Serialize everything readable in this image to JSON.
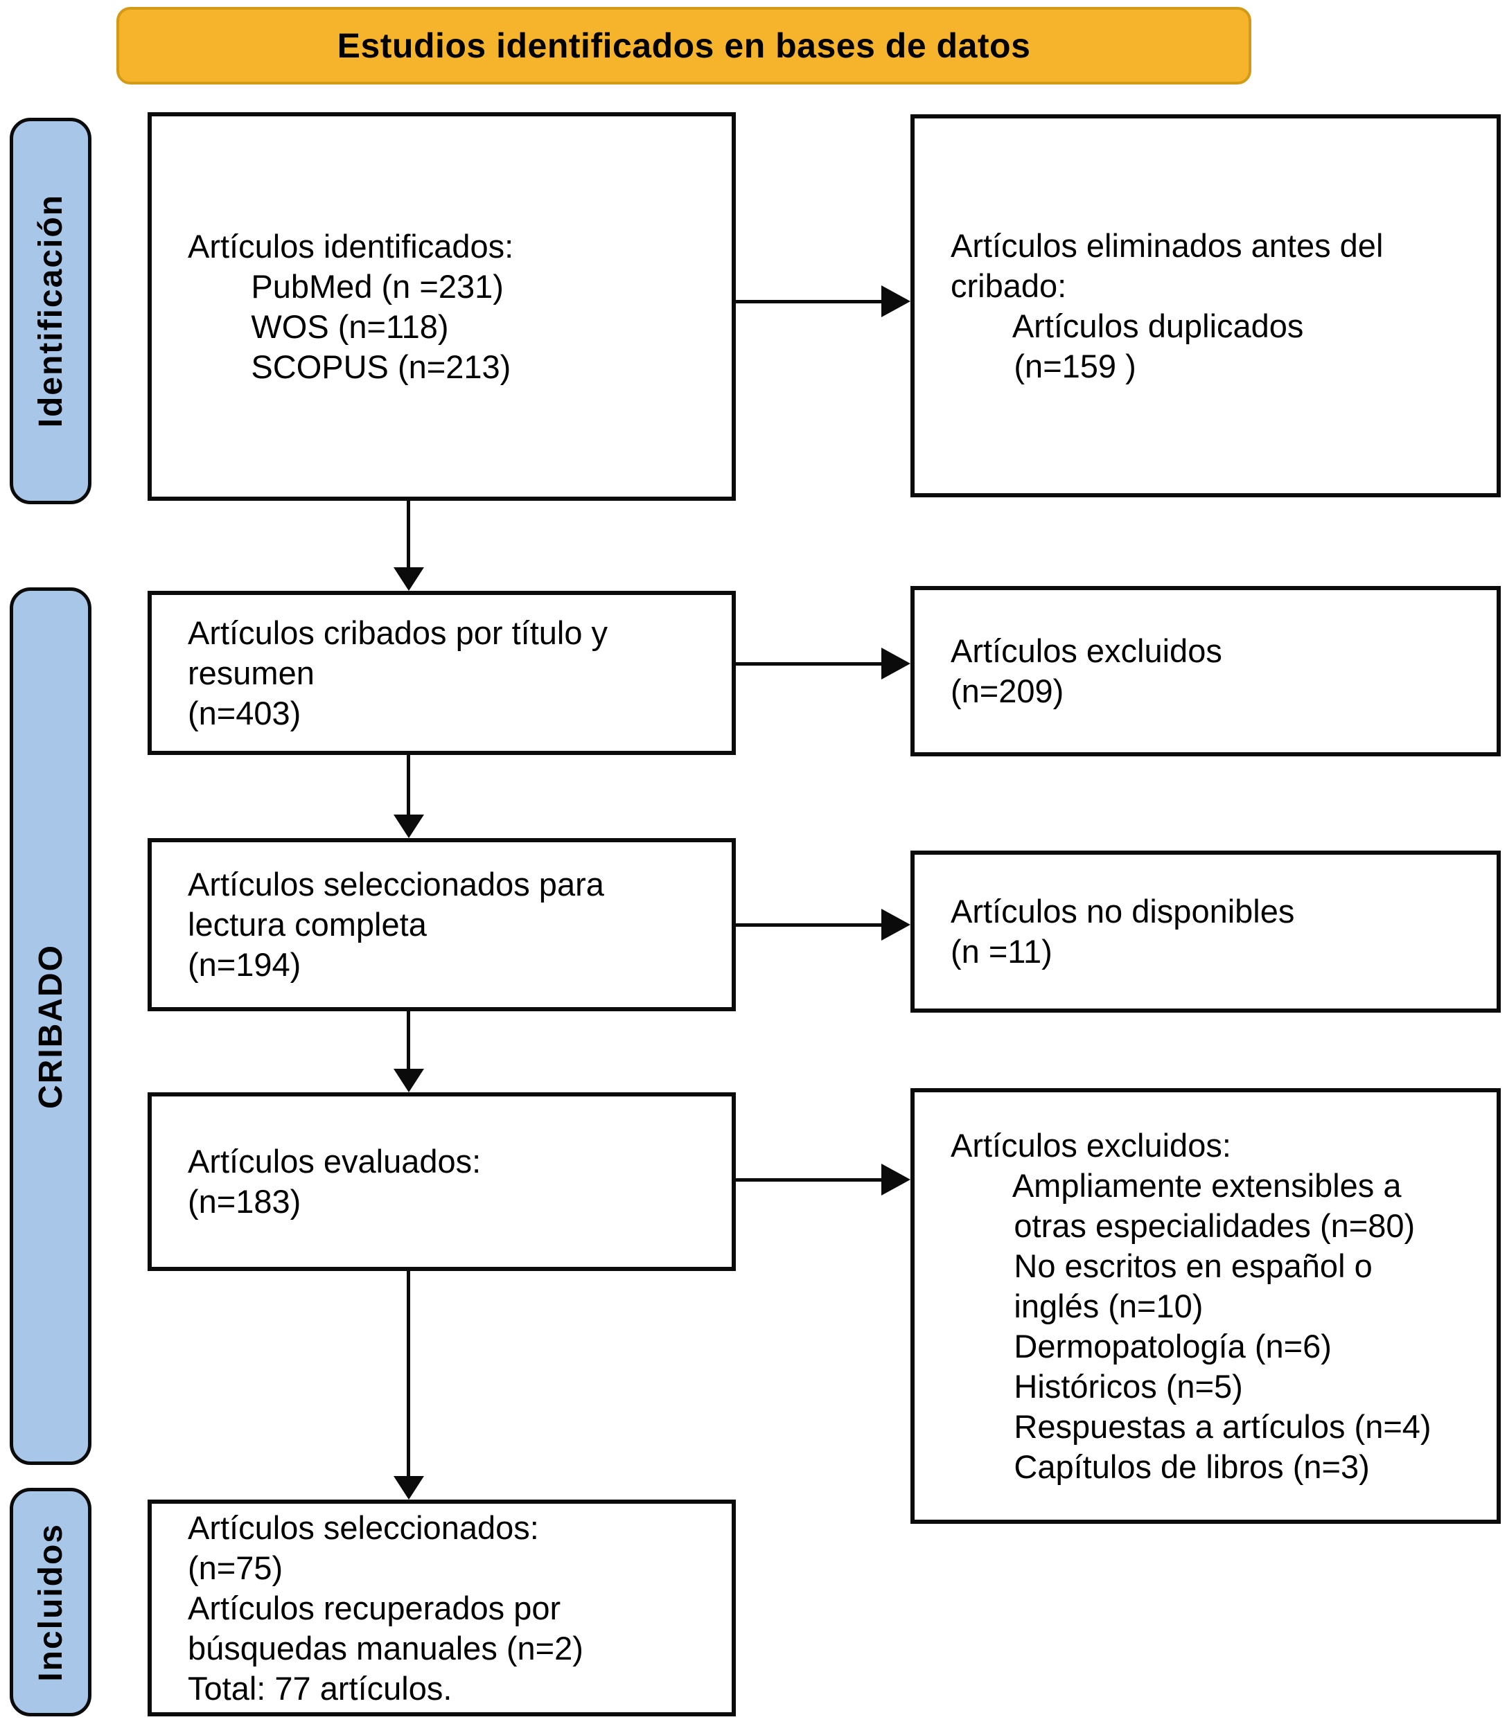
{
  "title": "Estudios identificados en bases de datos",
  "colors": {
    "banner_fill": "#F5B42B",
    "banner_border": "#D29A16",
    "sidebar_fill": "#A8C6E8",
    "line_color": "#0b0b0b"
  },
  "sidebar": {
    "identificacion": "Identificación",
    "cribado": "CRIBADO",
    "incluidos": "Incluidos"
  },
  "flow": {
    "left": [
      {
        "lines": [
          "Artículos identificados:",
          "       PubMed (n =231)",
          "       WOS (n=118)",
          "       SCOPUS (n=213)"
        ]
      },
      {
        "lines": [
          "Artículos cribados por título y",
          "resumen",
          "(n=403)"
        ]
      },
      {
        "lines": [
          "Artículos seleccionados para",
          "lectura completa",
          "(n=194)"
        ]
      },
      {
        "lines": [
          "Artículos evaluados:",
          "(n=183)"
        ]
      },
      {
        "lines": [
          "Artículos seleccionados:",
          "(n=75)",
          "Artículos recuperados por",
          "búsquedas manuales (n=2)",
          "Total: 77 artículos."
        ]
      }
    ],
    "right": [
      {
        "lines": [
          "Artículos eliminados antes del",
          "cribado:",
          "       Artículos duplicados",
          "       (n=159 )"
        ]
      },
      {
        "lines": [
          "Artículos excluidos",
          "(n=209)"
        ]
      },
      {
        "lines": [
          "Artículos no disponibles",
          "(n =11)"
        ]
      },
      {
        "lines": [
          "Artículos excluidos:",
          "       Ampliamente extensibles a",
          "       otras especialidades (n=80)",
          "       No escritos en español o",
          "       inglés (n=10)",
          "       Dermopatología (n=6)",
          "       Históricos (n=5)",
          "       Respuestas a artículos (n=4)",
          "       Capítulos de libros (n=3)"
        ]
      }
    ]
  }
}
